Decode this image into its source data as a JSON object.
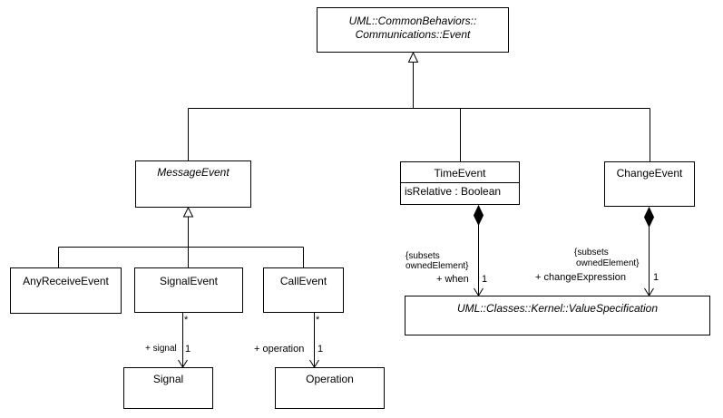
{
  "classes": {
    "event": {
      "line1": "UML::CommonBehaviors::",
      "line2": "Communications::Event"
    },
    "message_event": {
      "name": "MessageEvent"
    },
    "time_event": {
      "name": "TimeEvent",
      "attribute": "isRelative : Boolean"
    },
    "change_event": {
      "name": "ChangeEvent"
    },
    "any_receive_event": {
      "name": "AnyReceiveEvent"
    },
    "signal_event": {
      "name": "SignalEvent"
    },
    "call_event": {
      "name": "CallEvent"
    },
    "signal": {
      "name": "Signal"
    },
    "operation": {
      "name": "Operation"
    },
    "value_specification": {
      "name": "UML::Classes::Kernel::ValueSpecification"
    }
  },
  "associations": {
    "signal_event_signal": {
      "source_multiplicity": "*",
      "role": "+ signal",
      "target_multiplicity": "1"
    },
    "call_event_operation": {
      "source_multiplicity": "*",
      "role": "+ operation",
      "target_multiplicity": "1"
    },
    "time_event_when": {
      "constraint_line1": "{subsets",
      "constraint_line2": "ownedElement}",
      "role": "+ when",
      "target_multiplicity": "1"
    },
    "change_event_expression": {
      "constraint_line1": "{subsets",
      "constraint_line2": "ownedElement}",
      "role": "+ changeExpression",
      "target_multiplicity": "1"
    }
  }
}
